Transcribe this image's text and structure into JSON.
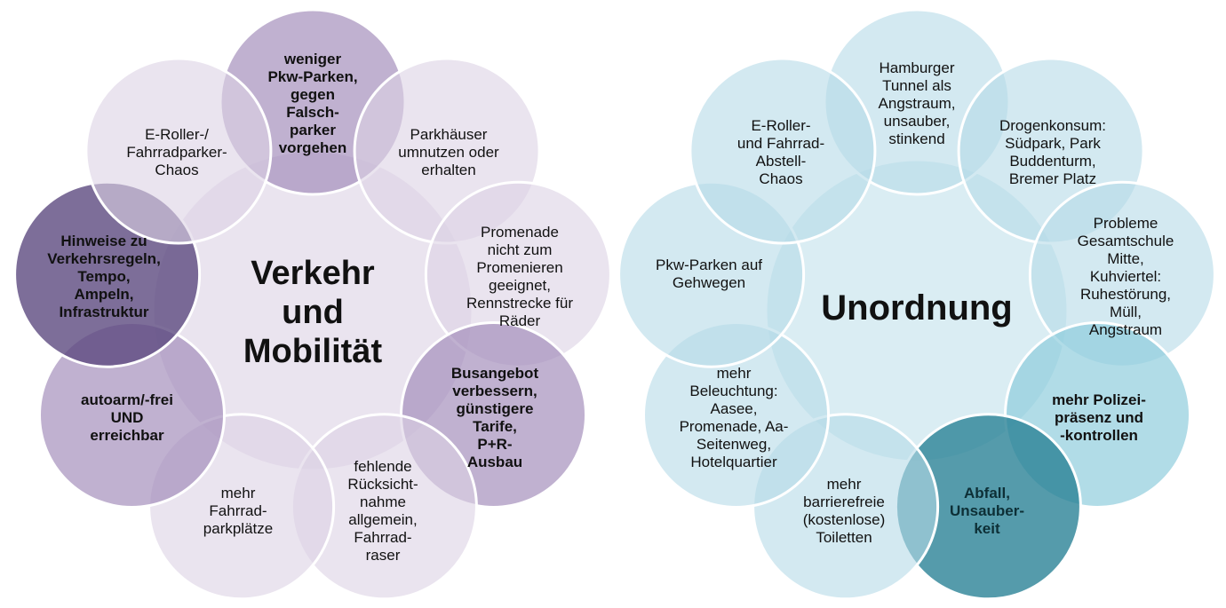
{
  "diagrams": [
    {
      "name": "verkehr",
      "center": {
        "text": "Verkehr\nund\nMobilität"
      },
      "colors": {
        "center": "#e6dfec",
        "light": "#dcd2e5",
        "medium": "#a28cb9",
        "dark": "#5d4a7f"
      },
      "items": [
        {
          "text": "weniger\nPkw-Parken,\ngegen\nFalsch-\nparker\nvorgehen",
          "shade": "medium",
          "bold": true
        },
        {
          "text": "Parkhäuser\numnutzen oder\nerhalten",
          "shade": "light",
          "bold": false
        },
        {
          "text": "Promenade\nnicht zum\nPromenieren\ngeeignet,\nRennstrecke für\nRäder",
          "shade": "light",
          "bold": false
        },
        {
          "text": "Busangebot\nverbessern,\ngünstigere\nTarife,\nP+R-\nAusbau",
          "shade": "medium",
          "bold": true
        },
        {
          "text": "fehlende\nRücksicht-\nnahme\nallgemein,\nFahrrad-\nraser",
          "shade": "light",
          "bold": false
        },
        {
          "text": "mehr\nFahrrad-\nparkplätze",
          "shade": "light",
          "bold": false
        },
        {
          "text": "autoarm/-frei\nUND\nerreichbar",
          "shade": "medium",
          "bold": true
        },
        {
          "text": "Hinweise zu\nVerkehrsregeln,\nTempo,\nAmpeln,\nInfrastruktur",
          "shade": "dark",
          "bold": true
        },
        {
          "text": "E-Roller-/\nFahrradparker-\nChaos",
          "shade": "light",
          "bold": false
        }
      ]
    },
    {
      "name": "unordnung",
      "center": {
        "text": "Unordnung"
      },
      "colors": {
        "center": "#d3eaf1",
        "light": "#b5dbe7",
        "medium": "#8ccbdc",
        "dark": "#2b8296"
      },
      "items": [
        {
          "text": "Hamburger\nTunnel als\nAngstraum,\nunsauber,\nstinkend",
          "shade": "light",
          "bold": false
        },
        {
          "text": "Drogenkonsum:\nSüdpark, Park\nBuddenturm,\nBremer Platz",
          "shade": "light",
          "bold": false
        },
        {
          "text": "Probleme\nGesamtschule\nMitte, Kuhviertel:\nRuhestörung,\nMüll, Angstraum",
          "shade": "light",
          "bold": false
        },
        {
          "text": "mehr Polizei-\npräsenz und\n-kontrollen",
          "shade": "medium",
          "bold": true
        },
        {
          "text": "Abfall,\nUnsauber-\nkeit",
          "shade": "dark",
          "bold": true
        },
        {
          "text": "mehr\nbarrierefreie\n(kostenlose)\nToiletten",
          "shade": "light",
          "bold": false
        },
        {
          "text": "mehr\nBeleuchtung:\nAasee,\nPromenade, Aa-\nSeitenweg,\nHotelquartier",
          "shade": "light",
          "bold": false
        },
        {
          "text": "Pkw-Parken auf\nGehwegen",
          "shade": "light",
          "bold": false
        },
        {
          "text": "E-Roller-\nund Fahrrad-\nAbstell-\nChaos",
          "shade": "light",
          "bold": false
        }
      ]
    }
  ]
}
